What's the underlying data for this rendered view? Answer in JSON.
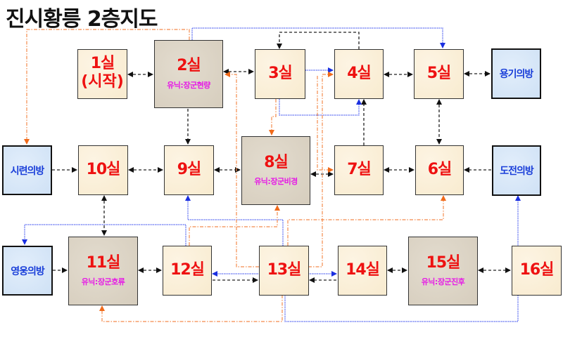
{
  "title": "진시황릉 2층지도",
  "colors": {
    "room_label": "#ee1111",
    "unique_label": "#e619e6",
    "special_label": "#1a3fd9",
    "link_black": "#222222",
    "link_blue": "#3344ee",
    "link_orange": "#f07a2a"
  },
  "rooms": {
    "r1": {
      "label": "1실",
      "sub": "(시작)"
    },
    "r2": {
      "label": "2실",
      "unique": "유닉:장군현량"
    },
    "r3": {
      "label": "3실"
    },
    "r4": {
      "label": "4실"
    },
    "r5": {
      "label": "5실"
    },
    "r6": {
      "label": "6실"
    },
    "r7": {
      "label": "7실"
    },
    "r8": {
      "label": "8실",
      "unique": "유닉:장군비경"
    },
    "r9": {
      "label": "9실"
    },
    "r10": {
      "label": "10실"
    },
    "r11": {
      "label": "11실",
      "unique": "유닉:장군호류"
    },
    "r12": {
      "label": "12실"
    },
    "r13": {
      "label": "13실"
    },
    "r14": {
      "label": "14실"
    },
    "r15": {
      "label": "15실",
      "unique": "유닉:장군진후"
    },
    "r16": {
      "label": "16실"
    }
  },
  "special_rooms": {
    "courage": "용기의방",
    "trial": "시련의방",
    "challenge": "도전의방",
    "hero": "영웅의방"
  },
  "links": [
    {
      "from": "1실",
      "to": "2실",
      "style": "black-dashed",
      "dir": "both"
    },
    {
      "from": "2실",
      "to": "3실",
      "style": "black-dashed",
      "dir": "both"
    },
    {
      "from": "3실",
      "to": "4실",
      "style": "blue-dotted",
      "dir": "forward"
    },
    {
      "from": "4실",
      "to": "3실",
      "style": "black-dashed",
      "dir": "forward"
    },
    {
      "from": "4실",
      "to": "5실",
      "style": "black-dashed",
      "dir": "both"
    },
    {
      "from": "5실",
      "to": "용기의방",
      "style": "black-dashed",
      "dir": "both"
    },
    {
      "from": "2실",
      "to": "5실",
      "style": "blue-dotted",
      "dir": "forward"
    },
    {
      "from": "2실",
      "to": "시련의방",
      "style": "orange-dashdot",
      "dir": "forward"
    },
    {
      "from": "2실",
      "to": "9실",
      "style": "black-dashed",
      "dir": "forward"
    },
    {
      "from": "3실",
      "to": "8실",
      "style": "orange-dashdot",
      "dir": "forward"
    },
    {
      "from": "3실",
      "to": "4실",
      "style": "blue-dotted",
      "dir": "forward",
      "via": "below"
    },
    {
      "from": "5실",
      "to": "6실",
      "style": "black-dashed",
      "dir": "both"
    },
    {
      "from": "7실",
      "to": "4실",
      "style": "black-dashed",
      "dir": "forward"
    },
    {
      "from": "시련의방",
      "to": "10실",
      "style": "black-dashed",
      "dir": "forward"
    },
    {
      "from": "10실",
      "to": "9실",
      "style": "black-dashed",
      "dir": "both"
    },
    {
      "from": "9실",
      "to": "8실",
      "style": "black-dashed",
      "dir": "both"
    },
    {
      "from": "8실",
      "to": "7실",
      "style": "black-dashed",
      "dir": "both"
    },
    {
      "from": "7실",
      "to": "6실",
      "style": "black-dashed",
      "dir": "both"
    },
    {
      "from": "도전의방",
      "to": "6실",
      "style": "black-dashed",
      "dir": "forward"
    },
    {
      "from": "10실",
      "to": "11실",
      "style": "black-dashed",
      "dir": "both"
    },
    {
      "from": "영웅의방",
      "to": "11실",
      "style": "black-dashed",
      "dir": "forward"
    },
    {
      "from": "11실",
      "to": "12실",
      "style": "black-dashed",
      "dir": "both"
    },
    {
      "from": "12실",
      "to": "13실",
      "style": "black-dashed",
      "dir": "forward"
    },
    {
      "from": "13실",
      "to": "12실",
      "style": "blue-dotted",
      "dir": "forward"
    },
    {
      "from": "13실",
      "to": "14실",
      "style": "blue-dotted",
      "dir": "forward"
    },
    {
      "from": "14실",
      "to": "13실",
      "style": "black-dashed",
      "dir": "forward"
    },
    {
      "from": "14실",
      "to": "15실",
      "style": "black-dashed",
      "dir": "both"
    },
    {
      "from": "15실",
      "to": "16실",
      "style": "black-dashed",
      "dir": "both"
    },
    {
      "from": "12실",
      "to": "영웅의방",
      "style": "blue-dotted",
      "dir": "forward"
    },
    {
      "from": "13실",
      "to": "9실",
      "style": "blue-dotted",
      "dir": "forward"
    },
    {
      "from": "12실",
      "to": "8실",
      "style": "orange-dashdot",
      "dir": "forward"
    },
    {
      "from": "13실",
      "to": "6실",
      "style": "orange-dashdot",
      "dir": "forward"
    },
    {
      "from": "13실",
      "to": "11실",
      "style": "orange-dashdot",
      "dir": "forward"
    },
    {
      "from": "13실",
      "to": "2실",
      "style": "orange-dashdot",
      "dir": "forward"
    },
    {
      "from": "13실",
      "to": "4실",
      "style": "orange-dashdot",
      "dir": "forward"
    },
    {
      "from": "13실",
      "to": "7실",
      "style": "orange-dashdot",
      "dir": "forward"
    },
    {
      "from": "13실",
      "to": "도전의방",
      "style": "blue-dotted",
      "dir": "forward"
    }
  ]
}
